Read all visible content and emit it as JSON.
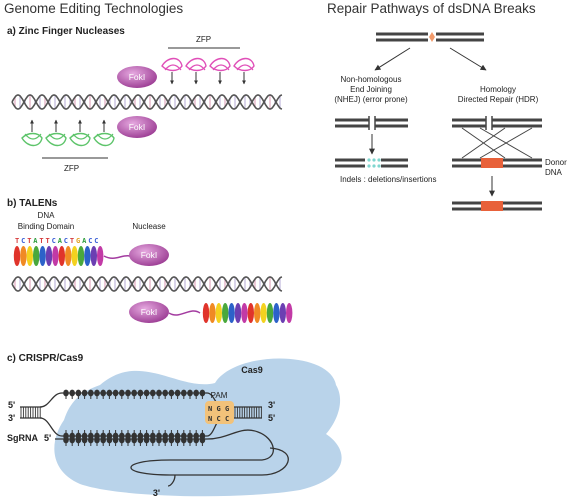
{
  "titles": {
    "left": "Genome Editing Technologies",
    "right": "Repair Pathways of dsDNA Breaks"
  },
  "zfn": {
    "heading": "a) Zinc Finger Nucleases",
    "zfp_top": "ZFP",
    "zfp_bottom": "ZFP",
    "foki_top": "FokI",
    "foki_bottom": "FokI"
  },
  "talen": {
    "heading": "b) TALENs",
    "dna_label": "DNA",
    "binding_label": "Binding Domain",
    "nuclease_label": "Nuclease",
    "sequence": [
      "T",
      "C",
      "T",
      "A",
      "T",
      "T",
      "C",
      "A",
      "C",
      "T",
      "G",
      "A",
      "C",
      "C"
    ],
    "foki_top": "FokI",
    "foki_bottom": "FokI"
  },
  "crispr": {
    "heading": "c) CRISPR/Cas9",
    "cas9": "Cas9",
    "pam": "PAM",
    "pam_top": [
      "N",
      "G",
      "G"
    ],
    "pam_bottom": [
      "N",
      "C",
      "C"
    ],
    "five_prime_left": "5'",
    "three_prime_left": "3'",
    "three_prime_right": "3'",
    "five_prime_right": "5'",
    "sgrna": "SgRNA",
    "sgrna_five": "5'",
    "rna_three": "3'"
  },
  "repair": {
    "nhej_line1": "Non-homologous",
    "nhej_line2": "End Joining",
    "nhej_line3": "(NHEJ) (error prone)",
    "hdr_line1": "Homology",
    "hdr_line2": "Directed Repair (HDR)",
    "indels": "Indels : deletions/insertions",
    "donor_line1": "Donor",
    "donor_line2": "DNA"
  },
  "colors": {
    "foki": "#b04aa8",
    "zfp_pink": "#e04fb8",
    "zfp_green": "#5dc46a",
    "cas9": "#b9d3ea",
    "pam": "#f2c27a",
    "donor": "#e8613a",
    "indel": "#7fd6cf",
    "dna": "#555555"
  }
}
